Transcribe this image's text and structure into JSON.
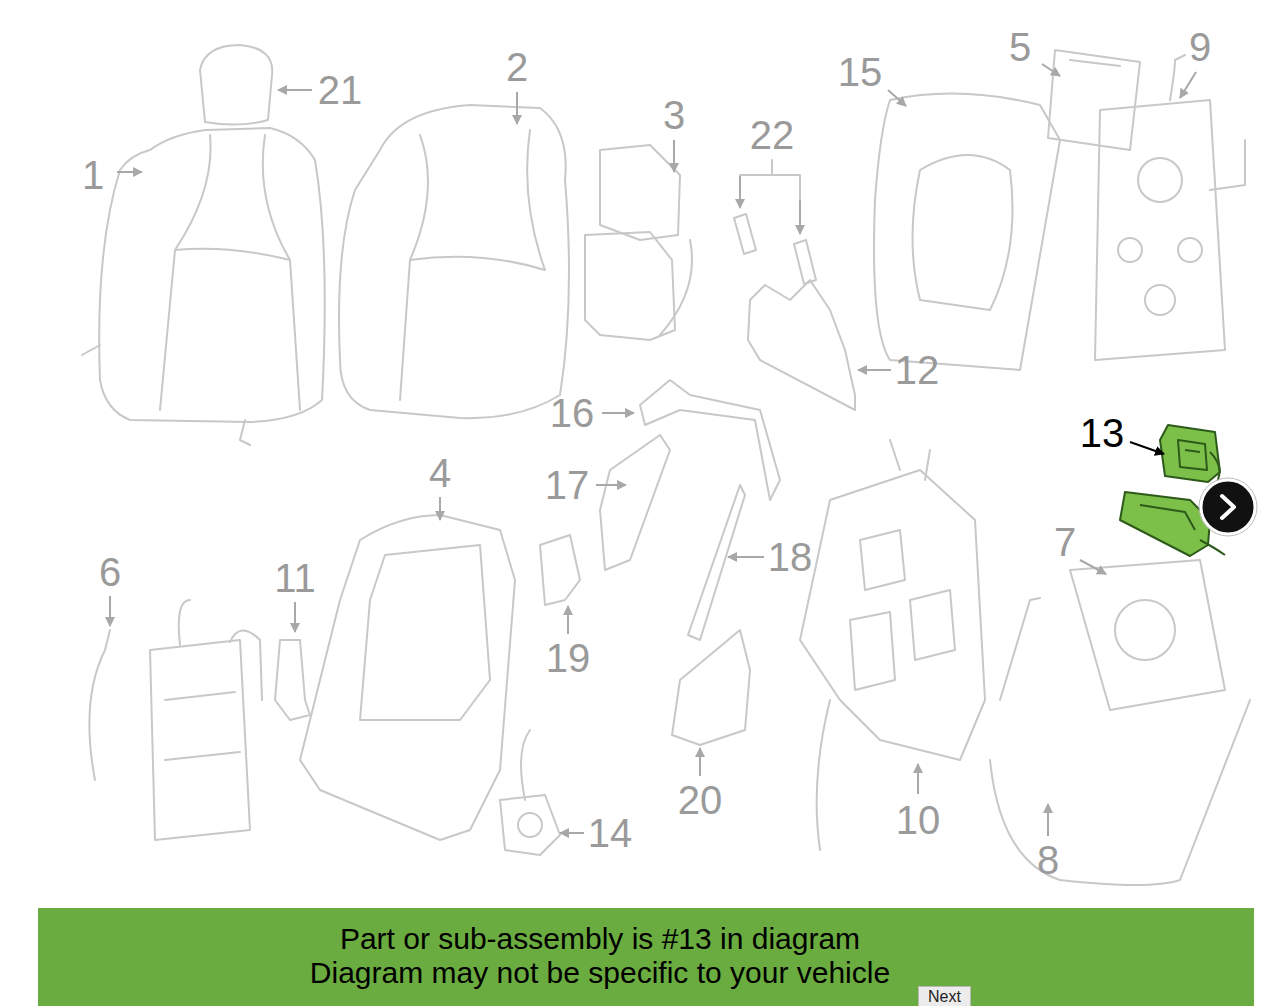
{
  "diagram": {
    "nodes": [
      {
        "text": [
          "Part or sub-assembly is #13 in diagram",
          "Diagram may not be specific to your vehicle"
        ]
      },
      {
        "text": [
          "Next"
        ]
      }
    ],
    "labels": [
      "21",
      "2",
      "3",
      "15",
      "5",
      "9",
      "22",
      "1",
      "12",
      "16",
      "13",
      "17",
      "7",
      "6",
      "11",
      "4",
      "18",
      "19",
      "10",
      "20",
      "14",
      "8"
    ]
  }
}
